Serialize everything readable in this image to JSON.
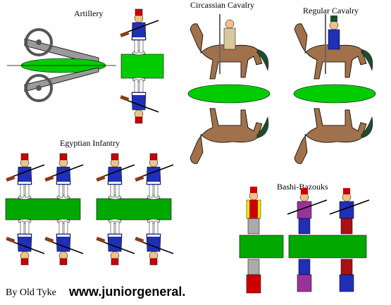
{
  "labels": {
    "artillery": "Artillery",
    "circassian_cavalry": "Circassian Cavalry",
    "regular_cavalry": "Regular Cavalry",
    "egyptian_infantry": "Egyptian Infantry",
    "bashi_bazouks": "Bashi-Bazouks"
  },
  "footer": {
    "credit": "By Old Tyke",
    "site": "www.juniorgeneral."
  },
  "colors": {
    "base_green": "#00a800",
    "bright_green": "#00cc00",
    "lime": "#66ff33",
    "horse_brown": "#a0714a",
    "uniform_blue": "#1f2fb8",
    "fez_red": "#cc0000",
    "cannon_grey": "#9a9a9a"
  }
}
